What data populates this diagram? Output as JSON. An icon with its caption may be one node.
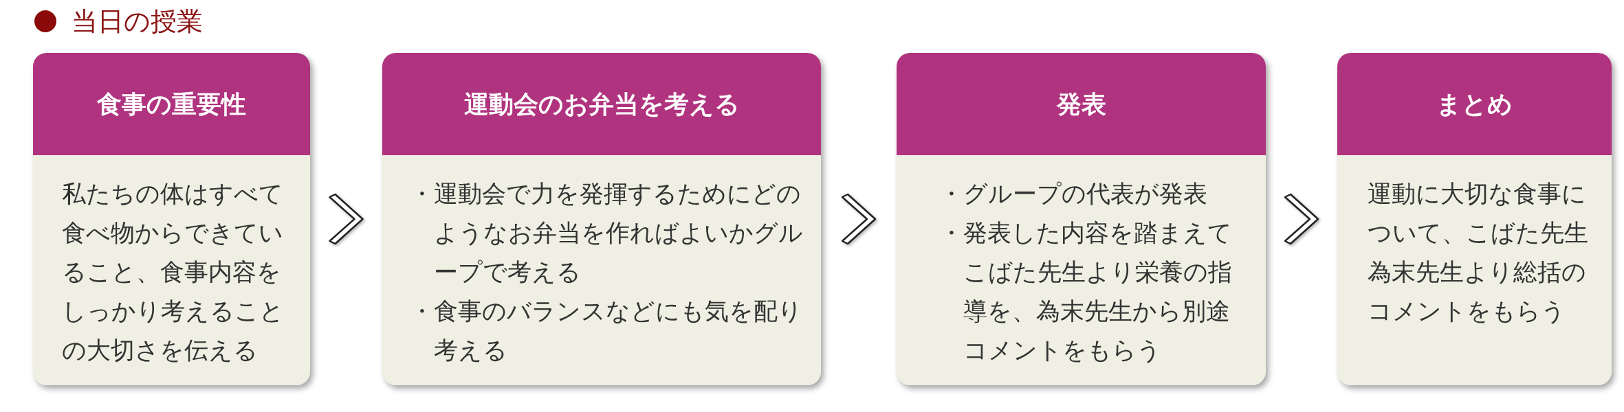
{
  "diagram": {
    "title": "当日の授業",
    "nodes": [
      {
        "text": [
          "食事の重要性",
          "私たちの体はすべて食べ物からできていること、食事内容をしっかり考えることの大切さを伝える"
        ]
      },
      {
        "text": [
          "運動会のお弁当を考える",
          "・運動会で力を発揮するためにどのようなお弁当を作ればよいかグループで考える",
          "・食事のバランスなどにも気を配り考える"
        ]
      },
      {
        "text": [
          "発表",
          "・グループの代表が発表",
          "・発表した内容を踏まえてこばた先生より栄養の指導を、為末先生から別途コメントをもらう"
        ]
      },
      {
        "text": [
          "まとめ",
          "運動に大切な食事について、こばた先生為末先生より総括のコメントをもらう"
        ]
      }
    ],
    "edges": [
      {
        "from": 0,
        "to": 1,
        "arrow": "to"
      },
      {
        "from": 1,
        "to": 2,
        "arrow": "to"
      },
      {
        "from": 2,
        "to": 3,
        "arrow": "to"
      }
    ]
  }
}
